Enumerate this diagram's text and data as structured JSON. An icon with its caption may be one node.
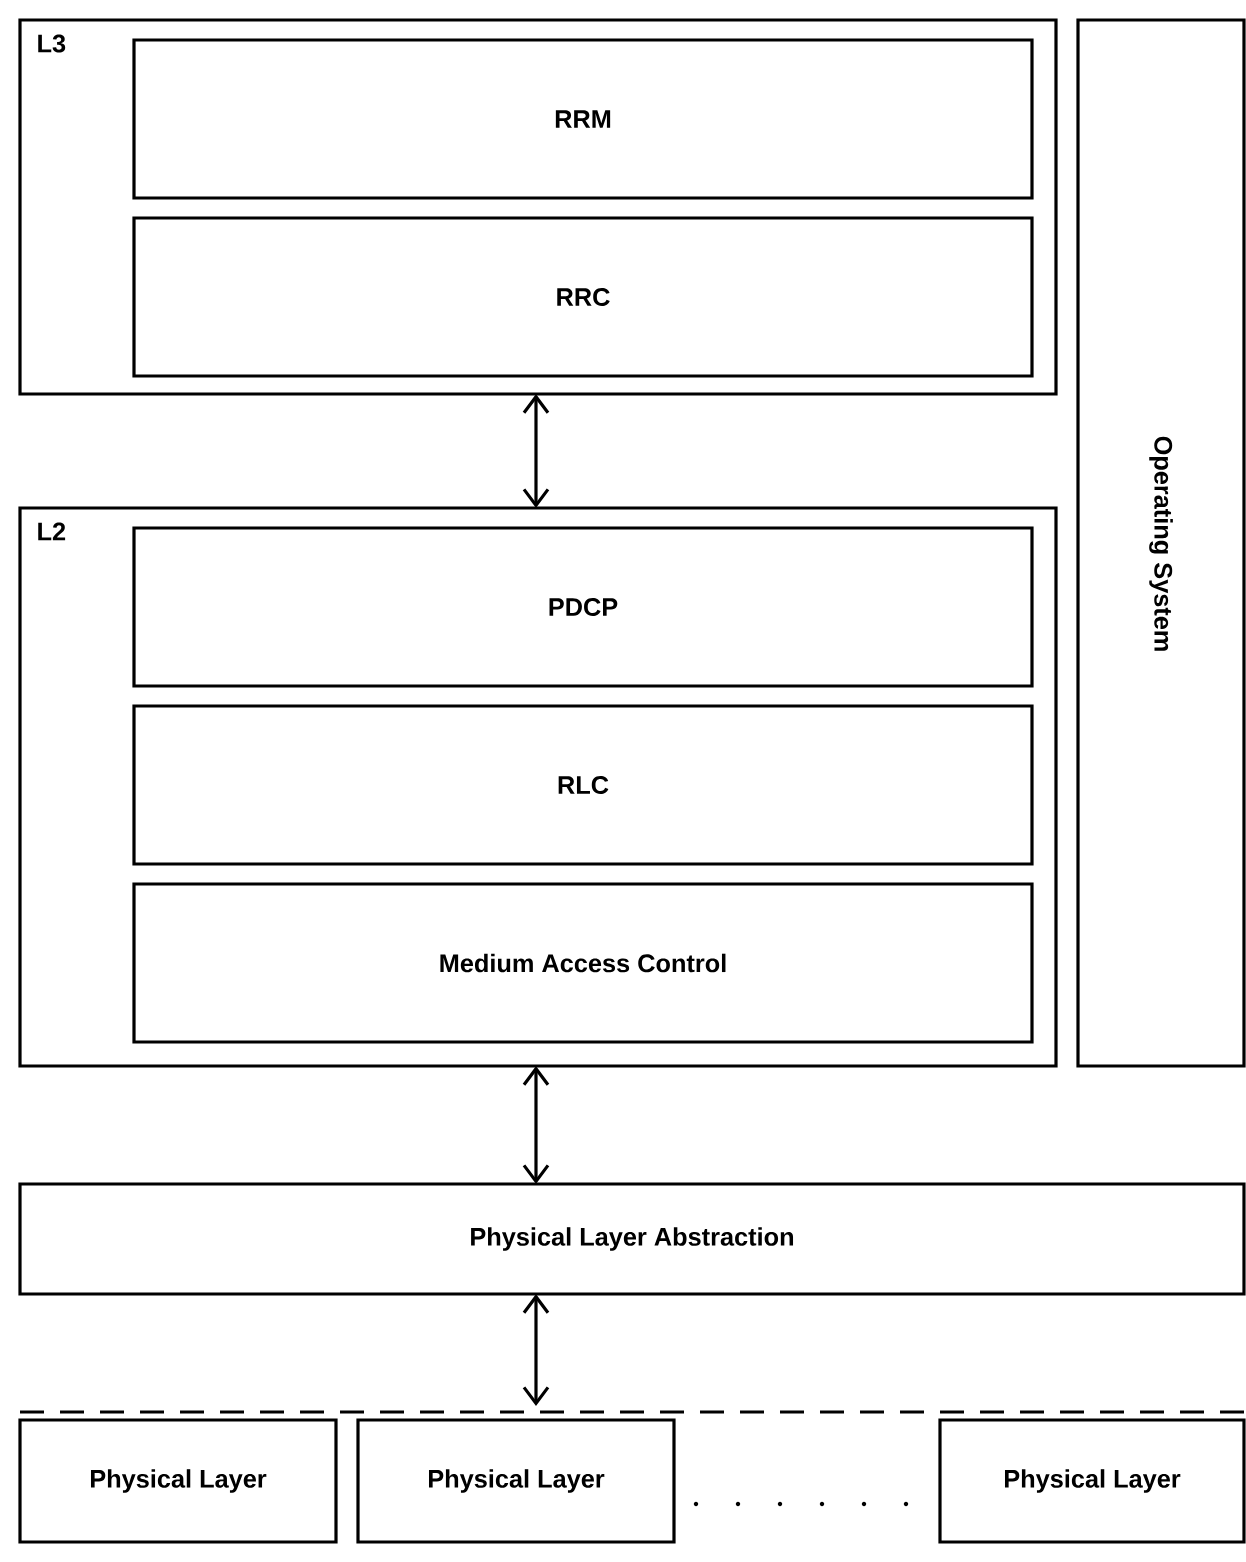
{
  "diagram": {
    "nodes": [
      {
        "text": [
          "L3"
        ]
      },
      {
        "text": [
          "RRM"
        ],
        "in": 0
      },
      {
        "text": [
          "RRC"
        ],
        "in": 0
      },
      {
        "text": [
          "Operating System"
        ]
      },
      {
        "text": [
          "L2"
        ]
      },
      {
        "text": [
          "PDCP"
        ],
        "in": 4
      },
      {
        "text": [
          "RLC"
        ],
        "in": 4
      },
      {
        "text": [
          "Medium Access Control"
        ],
        "in": 4
      },
      {
        "text": [
          "Physical Layer Abstraction"
        ]
      },
      {
        "text": [],
        "shape": "line"
      },
      {
        "text": [
          "Physical Layer"
        ]
      },
      {
        "text": [
          "Physical Layer"
        ]
      },
      {
        "text": [
          "Physical Layer"
        ]
      }
    ],
    "edges": [
      {
        "from": 0,
        "to": 4,
        "arrow": "both"
      },
      {
        "from": 4,
        "to": 8,
        "arrow": "both"
      },
      {
        "from": 8,
        "to": 9,
        "arrow": "both"
      }
    ]
  }
}
